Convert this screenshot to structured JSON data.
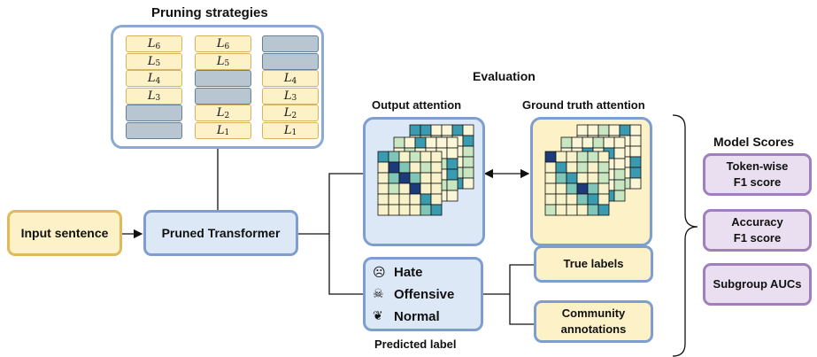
{
  "titles": {
    "pruning": "Pruning strategies",
    "evaluation": "Evaluation",
    "output_attention": "Output attention",
    "ground_truth_attention": "Ground truth attention",
    "model_scores": "Model Scores",
    "predicted_label": "Predicted label"
  },
  "boxes": {
    "input_sentence": "Input sentence",
    "pruned_transformer": "Pruned Transformer",
    "true_labels": "True labels",
    "community_line1": "Community",
    "community_line2": "annotations"
  },
  "scores": [
    {
      "line1": "Token-wise",
      "line2": "F1 score"
    },
    {
      "line1": "Accuracy",
      "line2": "F1 score"
    },
    {
      "line1": "Subgroup AUCs",
      "line2": ""
    }
  ],
  "predicted_labels": [
    "Hate",
    "Offensive",
    "Normal"
  ],
  "pruning_columns": [
    [
      "L6",
      "L5",
      "L4",
      "L3",
      "pruned",
      "pruned"
    ],
    [
      "L6",
      "L5",
      "pruned",
      "pruned",
      "L2",
      "L1"
    ],
    [
      "pruned",
      "pruned",
      "L4",
      "L3",
      "L2",
      "L1"
    ]
  ],
  "colors": {
    "yellow_fill": "#fdf1c7",
    "blue_fill": "#dde8f7",
    "purple_fill": "#e9dff0",
    "pruned_layer": "#b8c6d2",
    "heatmap_dark": "#1d3a7a",
    "heatmap_teal": "#3a9ab0",
    "heatmap_light": "#c8e6c1"
  }
}
